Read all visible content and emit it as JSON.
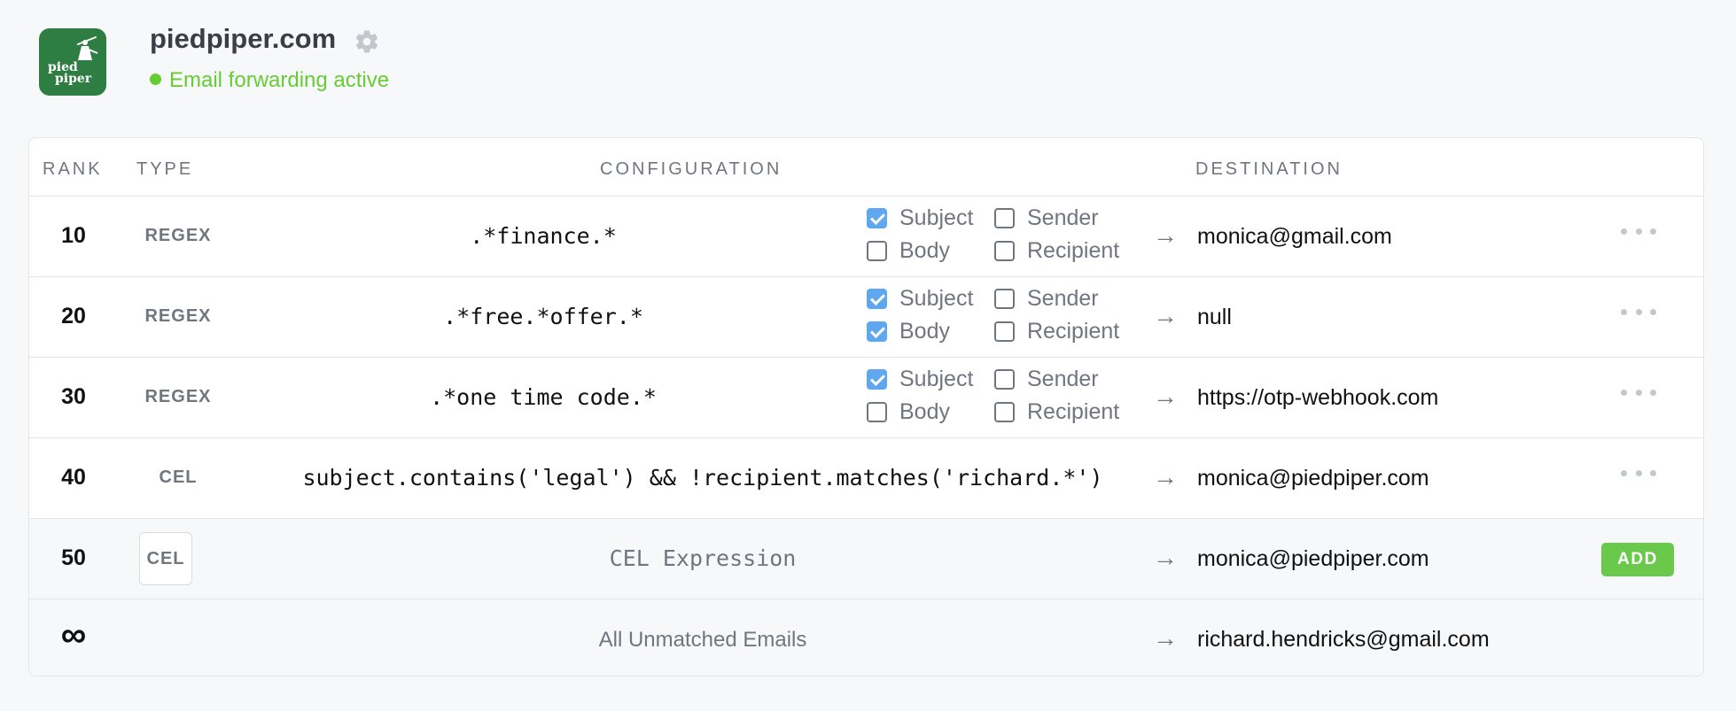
{
  "header": {
    "logo_text": [
      "pied",
      "piper"
    ],
    "title": "piedpiper.com",
    "status": "Email forwarding active",
    "status_color": "#66cc33"
  },
  "table": {
    "columns": [
      "RANK",
      "TYPE",
      "CONFIGURATION",
      "DESTINATION"
    ],
    "checkbox_labels": {
      "subject": "Subject",
      "body": "Body",
      "sender": "Sender",
      "recipient": "Recipient"
    },
    "arrow": "→",
    "rows": [
      {
        "rank": "10",
        "type": "REGEX",
        "config": ".*finance.*",
        "subject": true,
        "body": false,
        "sender": false,
        "recipient": false,
        "destination": "monica@gmail.com"
      },
      {
        "rank": "20",
        "type": "REGEX",
        "config": ".*free.*offer.*",
        "subject": true,
        "body": true,
        "sender": false,
        "recipient": false,
        "destination": "null"
      },
      {
        "rank": "30",
        "type": "REGEX",
        "config": ".*one time code.*",
        "subject": true,
        "body": false,
        "sender": false,
        "recipient": false,
        "destination": "https://otp-webhook.com"
      },
      {
        "rank": "40",
        "type": "CEL",
        "config": "subject.contains('legal') && !recipient.matches('richard.*')",
        "destination": "monica@piedpiper.com"
      }
    ],
    "new_rule": {
      "rank": "50",
      "type": "CEL",
      "placeholder": "CEL Expression",
      "destination": "monica@piedpiper.com",
      "add_label": "ADD"
    },
    "fallback": {
      "rank": "∞",
      "label": "All Unmatched Emails",
      "destination": "richard.hendricks@gmail.com"
    }
  },
  "colors": {
    "accent_blue": "#5fa8ef",
    "add_green": "#6ac94b",
    "logo_green": "#2e7d43"
  }
}
